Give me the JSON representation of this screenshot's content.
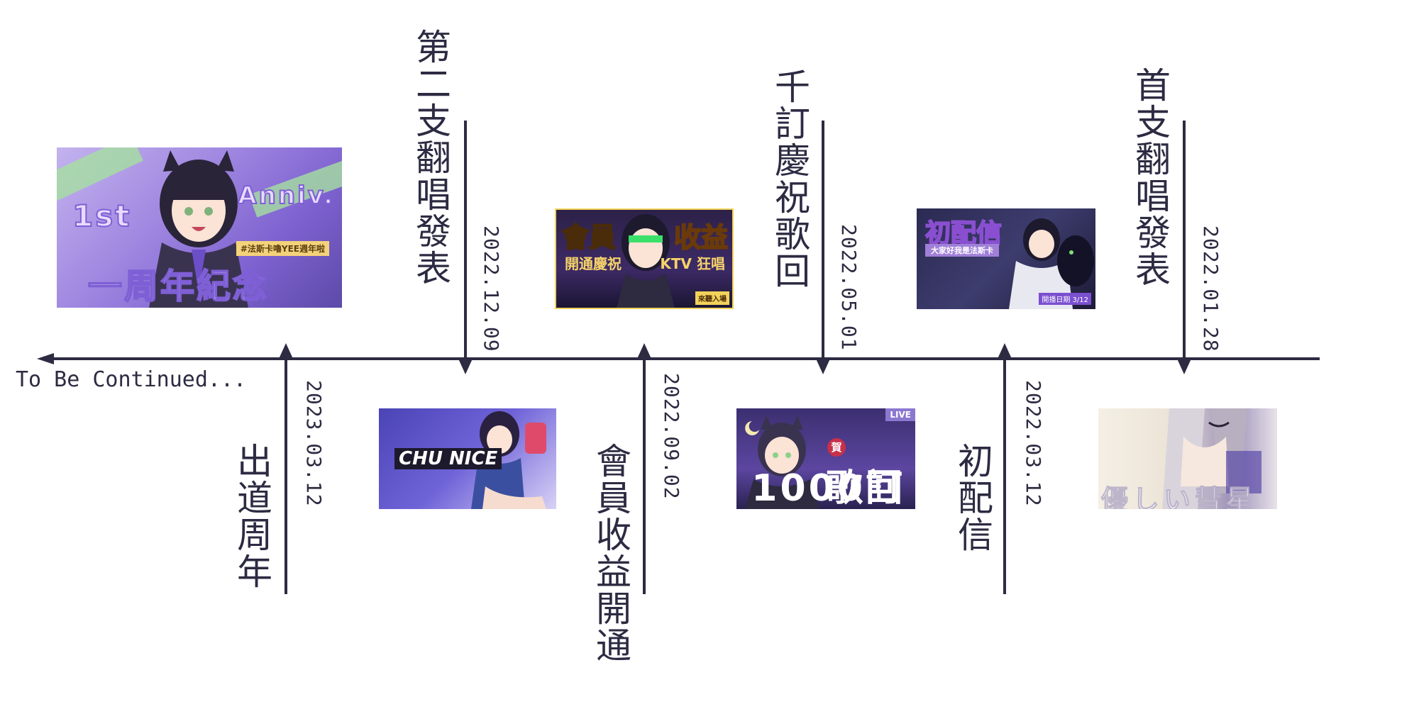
{
  "events": [
    {
      "title": "出道周年",
      "date": "2023.03.12",
      "thumb_text": "一周年紀念",
      "thumb_sub": "1st",
      "thumb_sub2": "Anniv.",
      "thumb_tag": "#法斯卡嚕YEE週年啦"
    },
    {
      "title": "第二支翻唱發表",
      "date": "2022.12.09",
      "thumb_text": "CHU NICE"
    },
    {
      "title": "會員收益開通",
      "date": "2022.09.02",
      "thumb_left": "會員",
      "thumb_right": "收益",
      "thumb_left2": "開通慶祝",
      "thumb_right2": "KTV 狂唱",
      "thumb_btn": "來聽入場"
    },
    {
      "title": "千訂慶祝歌回",
      "date": "2022.05.01",
      "thumb_live": "LIVE",
      "thumb_top": "1000訂",
      "thumb_badge": "賀",
      "thumb_text": "歌回"
    },
    {
      "title": "初配信",
      "date": "2022.03.12",
      "thumb_text": "初配信",
      "thumb_sub": "大家好我是法斯卡",
      "thumb_date": "開播日期 3/12"
    },
    {
      "title": "首支翻唱發表",
      "date": "2022.01.28",
      "thumb_text": "優しい彗星"
    }
  ],
  "continued_text": "To Be Continued...",
  "colors": {
    "line": "#2d2b42",
    "background": "#ffffff"
  }
}
